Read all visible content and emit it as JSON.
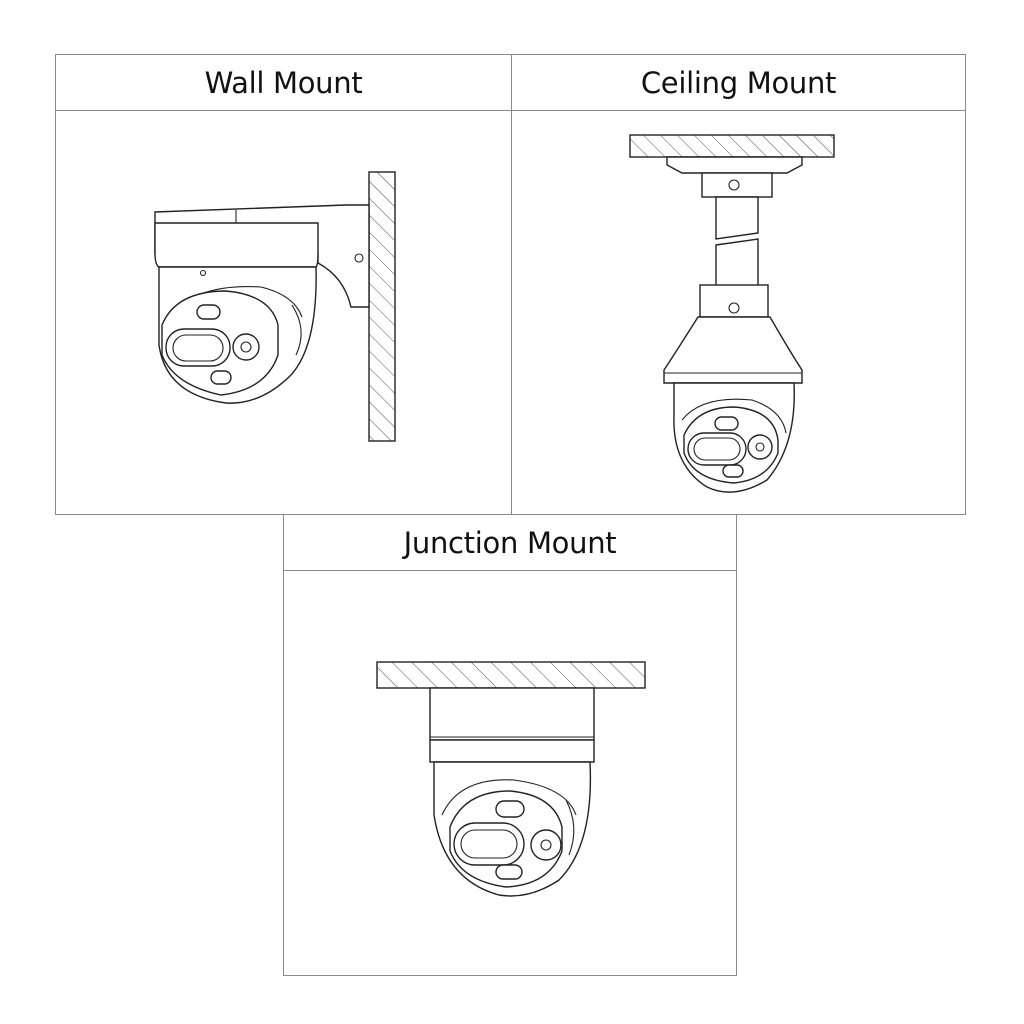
{
  "panels": {
    "wall": {
      "title": "Wall Mount"
    },
    "ceiling": {
      "title": "Ceiling Mount"
    },
    "junction": {
      "title": "Junction Mount"
    }
  }
}
